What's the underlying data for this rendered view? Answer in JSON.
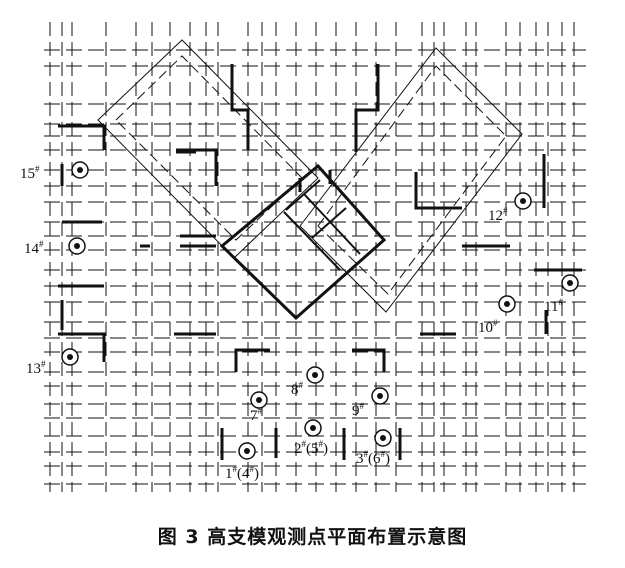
{
  "caption": "图 3  高支模观测点平面布置示意图",
  "points": [
    {
      "id": "p1",
      "label": "1",
      "extra": "(4",
      "extra_sup": "#",
      "extra_end": ")",
      "tag": "1#(4#)"
    },
    {
      "id": "p2",
      "label": "2",
      "extra": "(5",
      "extra_sup": "#",
      "extra_end": ")",
      "tag": "2#(5#)"
    },
    {
      "id": "p3",
      "label": "3",
      "extra": "(6",
      "extra_sup": "#",
      "extra_end": ")",
      "tag": "3#(6#)"
    },
    {
      "id": "p7",
      "label": "7",
      "tag": "7#"
    },
    {
      "id": "p8",
      "label": "8",
      "tag": "8#"
    },
    {
      "id": "p9",
      "label": "9",
      "tag": "9#"
    },
    {
      "id": "p10",
      "label": "10",
      "tag": "10#"
    },
    {
      "id": "p11",
      "label": "11",
      "tag": "11#"
    },
    {
      "id": "p12",
      "label": "12",
      "tag": "12#"
    },
    {
      "id": "p13",
      "label": "13",
      "tag": "13#"
    },
    {
      "id": "p14",
      "label": "14",
      "tag": "14#"
    },
    {
      "id": "p15",
      "label": "15",
      "tag": "15#"
    }
  ],
  "sup": "#",
  "colors": {
    "line": "#111111",
    "background": "#ffffff"
  }
}
